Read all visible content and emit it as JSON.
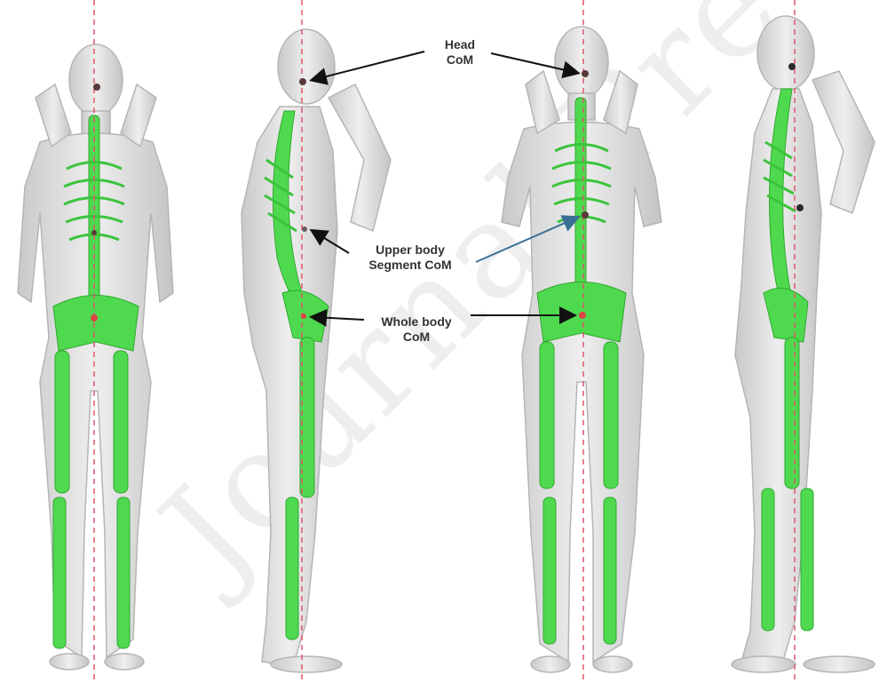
{
  "annotations": {
    "head_com": [
      "Head",
      "CoM"
    ],
    "upper_body_com": [
      "Upper body",
      "Segment CoM"
    ],
    "whole_body_com": [
      "Whole body",
      "CoM"
    ]
  },
  "watermark": "Journal Pre-proof",
  "colors": {
    "skin": "#d9d9d9",
    "skin_edge": "#b5b5b5",
    "bone": "#4fd94f",
    "bone_edge": "#2fa82f",
    "plumb_line": "#e0566a",
    "com_marker": "#5a3a3a",
    "arrow_black": "#111111",
    "arrow_blue": "#3a6f95"
  },
  "figures": [
    {
      "view": "front",
      "sex": "male"
    },
    {
      "view": "side",
      "sex": "male"
    },
    {
      "view": "front",
      "sex": "female"
    },
    {
      "view": "side",
      "sex": "female"
    }
  ]
}
